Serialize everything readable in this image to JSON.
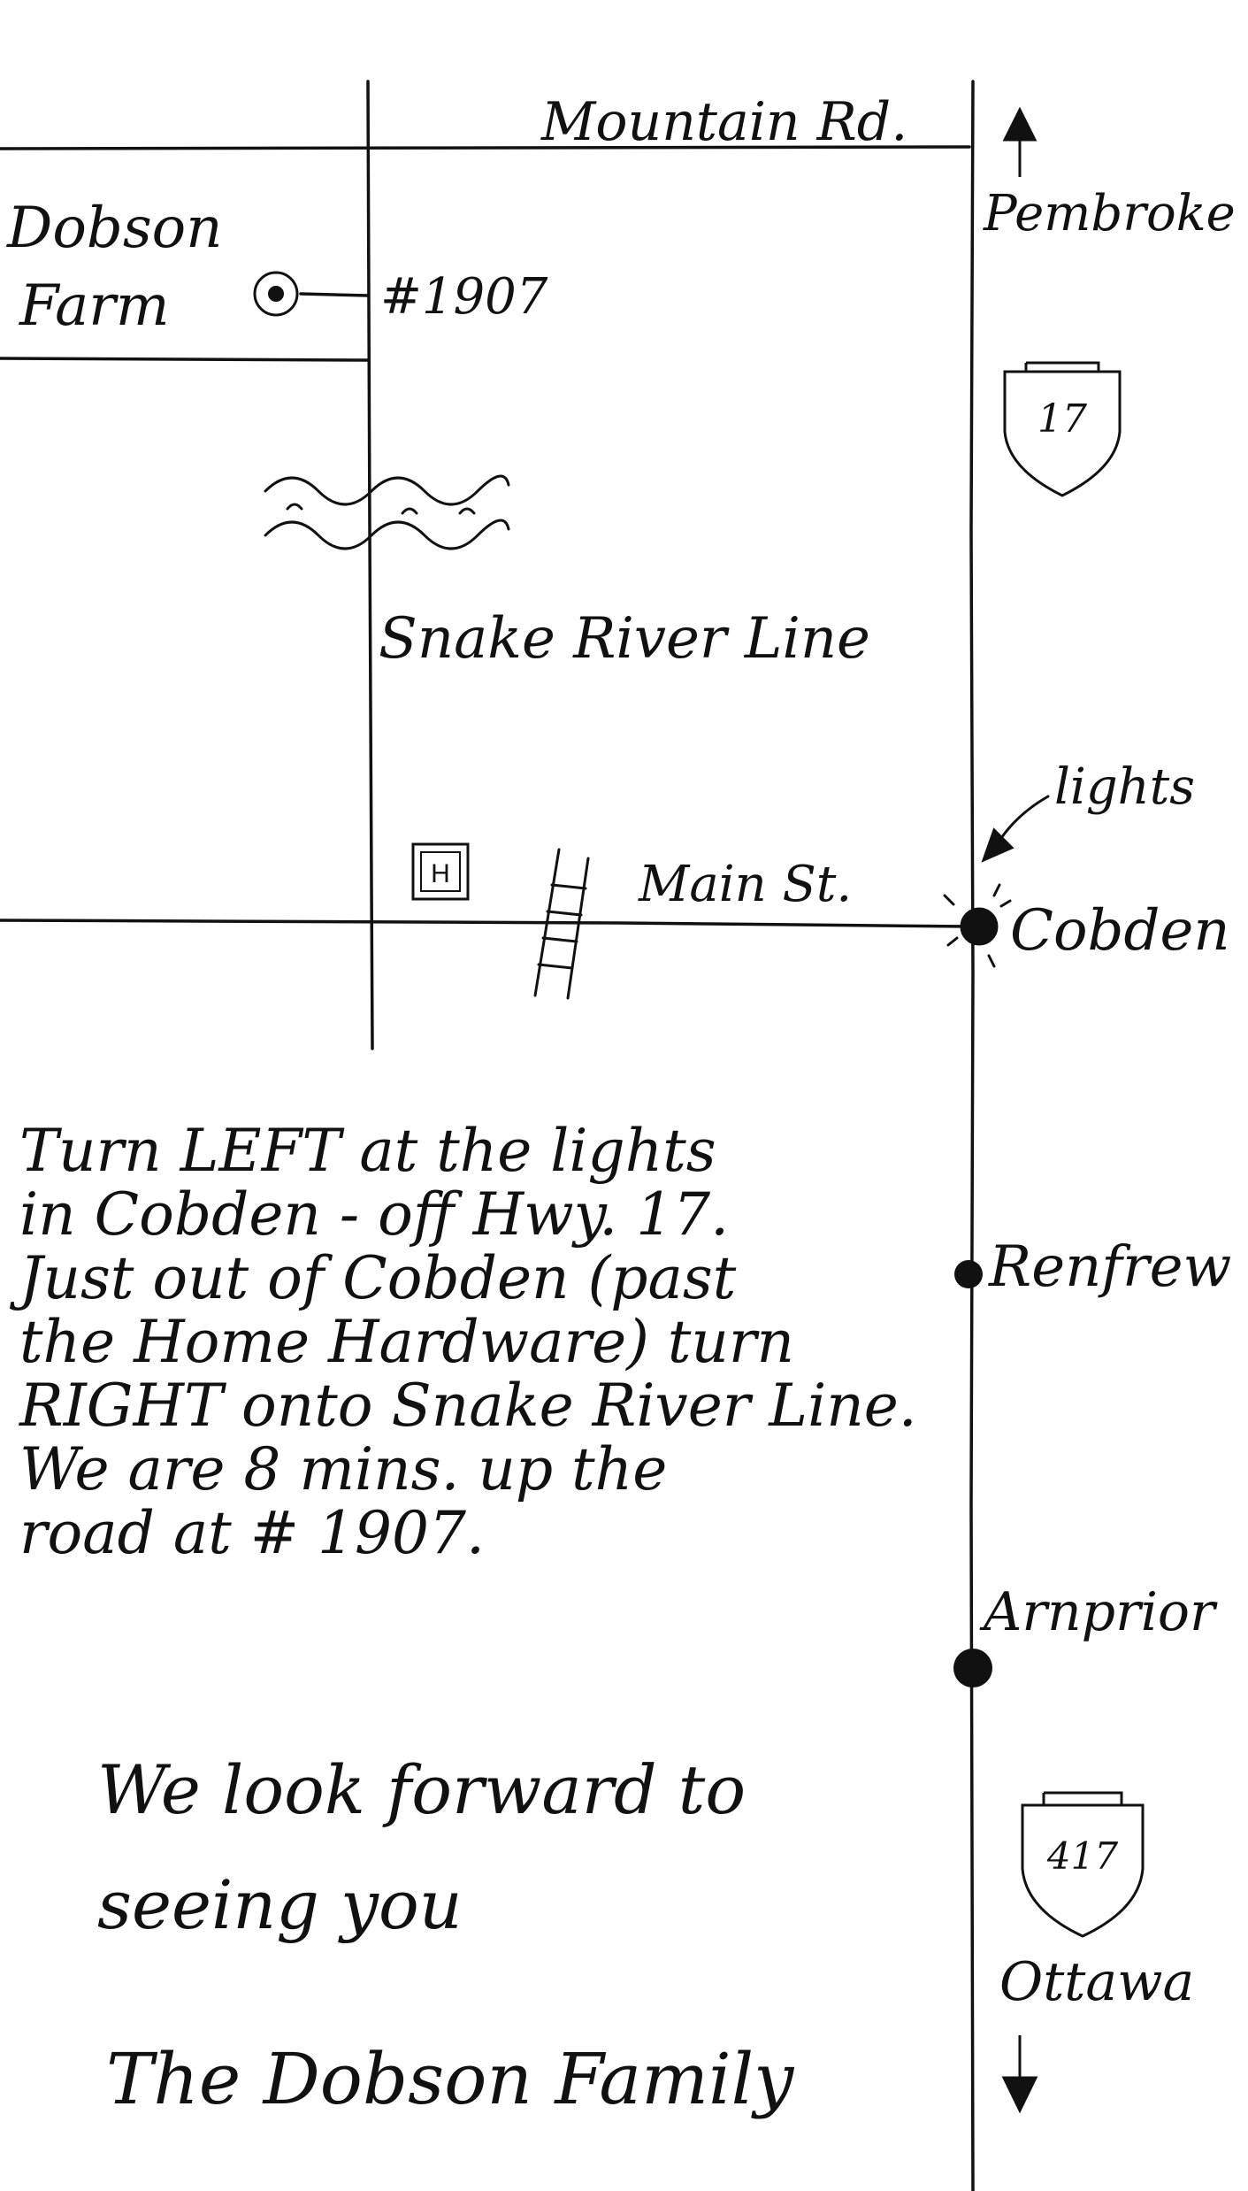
{
  "roads": {
    "mountain_rd": "Mountain Rd.",
    "main_st": "Main St.",
    "snake_river_line": "Snake River Line"
  },
  "places": {
    "dobson_farm_line1": "Dobson",
    "dobson_farm_line2": "Farm",
    "house_number": "#1907",
    "pembroke": "Pembroke",
    "cobden": "Cobden",
    "renfrew": "Renfrew",
    "arnprior": "Arnprior",
    "ottawa": "Ottawa"
  },
  "annotations": {
    "lights": "lights"
  },
  "highway_shields": {
    "hwy17": "17",
    "hwy417": "417"
  },
  "icons": {
    "hardware_store": "H"
  },
  "directions": [
    "Turn LEFT at the lights",
    "in Cobden - off Hwy. 17.",
    "Just out of Cobden (past",
    "the Home Hardware) turn",
    "RIGHT onto Snake River Line.",
    "We are 8 mins. up the",
    "road at # 1907."
  ],
  "closing": {
    "line1": "We look forward to",
    "line2": "seeing you",
    "signature": "The Dobson Family"
  }
}
